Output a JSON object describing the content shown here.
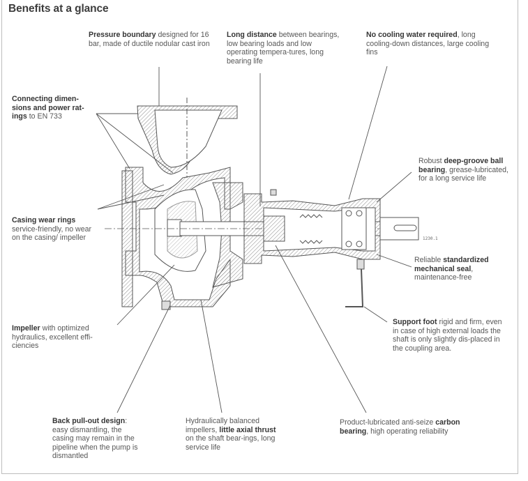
{
  "title": "Benefits at a glance",
  "drawing_number": "1230.1",
  "callouts": {
    "pressure_boundary": {
      "bold": "Pressure boundary",
      "pre": "",
      "post": " designed for 16 bar, made of ductile nodular cast iron"
    },
    "long_distance": {
      "bold": "Long distance",
      "pre": "",
      "post": " between bearings, low bearing loads and low operating tempera-tures, long bearing life"
    },
    "no_cooling": {
      "bold": "No cooling water required",
      "pre": "",
      "post": ", long cooling-down distances, large cooling fins"
    },
    "connecting_dimensions": {
      "bold": "Connecting dimen-sions and power rat-ings",
      "pre": "",
      "post": " to EN 733"
    },
    "deep_groove": {
      "bold": "deep-groove ball bearing",
      "pre": "Robust ",
      "post": ", grease-lubricated, for a long service life"
    },
    "casing_wear_rings": {
      "bold": "Casing wear rings",
      "pre": "",
      "post": " service-friendly, no wear on the casing/ impeller"
    },
    "mechanical_seal": {
      "bold": "standardized mechanical seal",
      "pre": "Reliable ",
      "post": ", maintenance-free"
    },
    "support_foot": {
      "bold": "Support foot",
      "pre": "",
      "post": " rigid and firm, even in case of high external loads the shaft is only slightly dis-placed in the coupling area."
    },
    "impeller": {
      "bold": "Impeller",
      "pre": "",
      "post": " with optimized hydraulics, excellent effi-ciencies"
    },
    "back_pull_out": {
      "bold": "Back pull-out design",
      "pre": "",
      "post": ": easy dismantling, the casing may remain in the pipeline when the pump is dismantled"
    },
    "axial_thrust": {
      "bold": "little axial thrust",
      "pre": "Hydraulically balanced impellers, ",
      "post": " on the shaft bear-ings, long service life"
    },
    "carbon_bearing": {
      "bold": "carbon bearing",
      "pre": "Product-lubricated anti-seize ",
      "post": ", high operating reliability"
    }
  }
}
